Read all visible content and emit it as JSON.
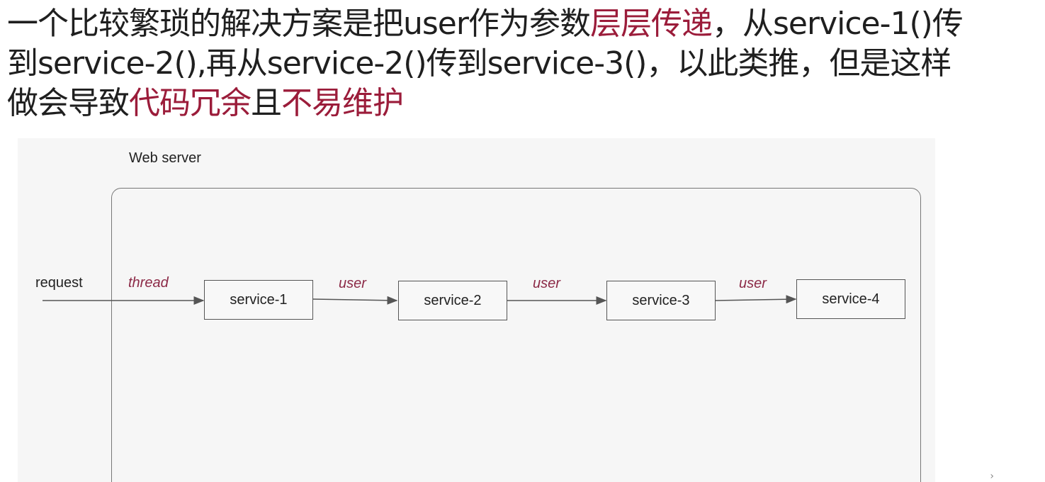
{
  "heading": {
    "line1_a": "一个比较繁琐的解决方案是把user作为参数",
    "line1_hl": "层层传递",
    "line1_b": "，从service-1()传",
    "line2": "到service-2(),再从service-2()传到service-3()，以此类推，但是这样",
    "line3_a": "做会导致",
    "line3_hl1": "代码冗余",
    "line3_b": "且",
    "line3_hl2": "不易维护"
  },
  "diagram": {
    "container_label": "Web server",
    "input_label": "request",
    "edge_labels": [
      "thread",
      "user",
      "user",
      "user"
    ],
    "services": [
      "service-1",
      "service-2",
      "service-3",
      "service-4"
    ]
  },
  "colors": {
    "highlight": "#9b1c3a",
    "edge_label": "#8c2a47",
    "panel_bg": "#f6f6f6"
  }
}
